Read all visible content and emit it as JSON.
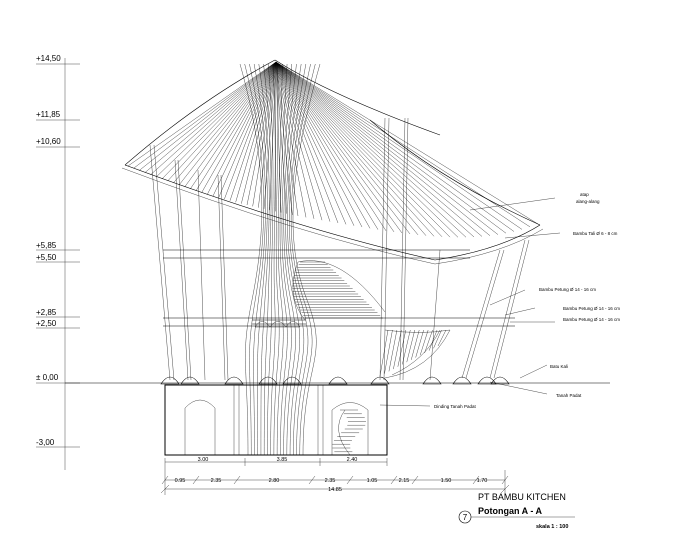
{
  "levels": [
    "+14,50",
    "+11,85",
    "+10,60",
    "+5,85",
    "+5,50",
    "+2,85",
    "+2,50",
    "± 0,00",
    "-3,00"
  ],
  "annotations": {
    "atap_line1": "atap",
    "atap_line2": "alang-alang",
    "bambu_tali": "Bambu Tali Ø 6 - 8 cm",
    "petung_1": "Bambu Petung Ø 14 - 16 cm",
    "petung_2": "Bambu Petung Ø 14 - 16 cm",
    "petung_3": "Bambu Petung Ø 14 - 16 cm",
    "batu_kali": "Batu Kali",
    "tanah_padat": "Tanah Padat",
    "dinding": "Dinding Tanah Padat"
  },
  "dims_row1": [
    "3.00",
    "3.85",
    "2.40"
  ],
  "dims_row2": [
    "0.95",
    "2.35",
    "2.80",
    "2.35",
    "1.05",
    "2.15",
    "1.50",
    "1.70"
  ],
  "dims_total": "14.85",
  "title_block": {
    "company": "PT BAMBU KITCHEN",
    "section": "Potongan A - A",
    "number": "7",
    "scale": "skala 1 : 100"
  }
}
